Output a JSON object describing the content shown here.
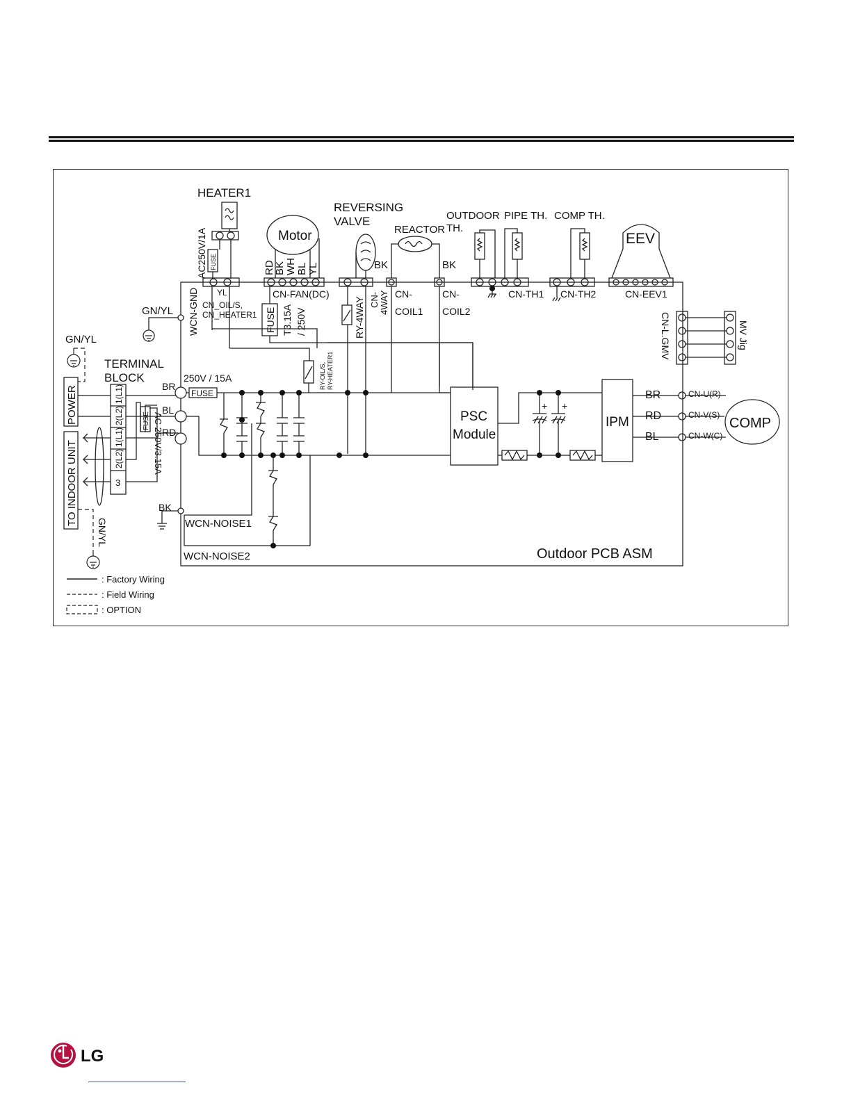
{
  "header": {
    "rule": "double-line"
  },
  "diagram": {
    "pcb_title": "Outdoor PCB ASM",
    "top_labels": {
      "heater": "HEATER1",
      "heater_fuse_rating": "AC250V/1A",
      "fuse": "FUSE",
      "motor": "Motor",
      "motor_wires": [
        "RD",
        "BK",
        "WH",
        "BL",
        "YL"
      ],
      "yl": "YL",
      "cn_oil": "CN_OIL/S,",
      "cn_heater": "CN_HEATER1",
      "cn_fan": "CN-FAN(DC)",
      "fan_fuse_rating1": "T3.15A",
      "fan_fuse_rating2": "/ 250V",
      "reversing1": "REVERSING",
      "reversing2": "VALVE",
      "bk": "BK",
      "ry4way": "RY-4WAY",
      "cn4way1": "CN-",
      "cn4way2": "4WAY",
      "reactor": "REACTOR",
      "cncoil1a": "CN-",
      "cncoil1b": "COIL1",
      "cncoil2a": "CN-",
      "cncoil2b": "COIL2",
      "outdoor_th1": "OUTDOOR",
      "outdoor_th2": "TH.",
      "pipe_th": "PIPE TH.",
      "comp_th": "COMP TH.",
      "cnth1": "CN-TH1",
      "cnth2": "CN-TH2",
      "eev": "EEV",
      "cneev1": "CN-EEV1",
      "cnlgmv": "CN-L.GMV",
      "mvjig": "MV Jig"
    },
    "left_labels": {
      "gnyl": "GN/YL",
      "wcn_gnd": "WCN-GND",
      "terminal1": "TERMINAL",
      "terminal2": "BLOCK",
      "power": "POWER",
      "to_indoor": "TO INDOOR UNIT",
      "tb_slots": [
        "1(L1)",
        "2(L2)",
        "1(L1)",
        "2(L2)",
        "3"
      ],
      "tb_fuse": "FUSE",
      "tb_fuse_rating": "AC 250V/3.15A",
      "main_fuse_rating": "250V / 15A",
      "br": "BR",
      "bl": "BL",
      "rd": "RD",
      "bk": "BK",
      "noise1": "WCN-NOISE1",
      "noise2": "WCN-NOISE2",
      "ry_oil1": "RY-OIL/S,",
      "ry_oil2": "RY-HEATER1"
    },
    "right_labels": {
      "psc1": "PSC",
      "psc2": "Module",
      "ipm": "IPM",
      "comp": "COMP",
      "plus": "+",
      "out_wires": [
        {
          "color": "BR",
          "connector": "CN-U(R)"
        },
        {
          "color": "RD",
          "connector": "CN-V(S)"
        },
        {
          "color": "BL",
          "connector": "CN-W(C)"
        }
      ]
    },
    "legend": [
      {
        "style": "solid",
        "label": ": Factory Wiring"
      },
      {
        "style": "dashed",
        "label": ": Field Wiring"
      },
      {
        "style": "box-dashed",
        "label": ": OPTION"
      }
    ]
  },
  "footer": {
    "logo_text": "LG",
    "logo_color": "#b5123f"
  }
}
